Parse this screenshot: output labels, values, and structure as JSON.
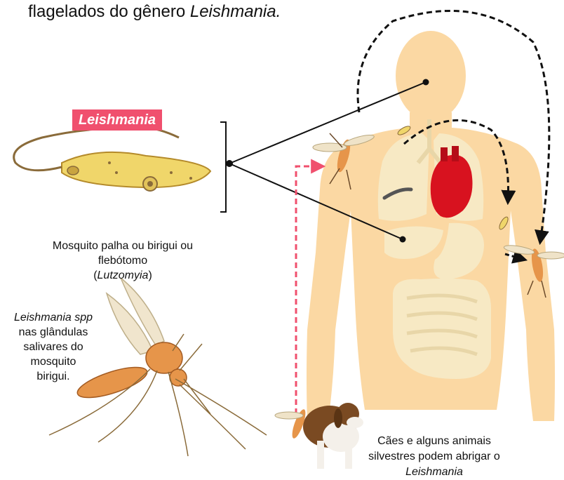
{
  "header": {
    "line_text": "flagelados do gênero ",
    "line_italic": "Leishmania."
  },
  "parasite": {
    "label": "Leishmania"
  },
  "mosquito": {
    "caption_line1": "Mosquito palha ou birigui ou",
    "caption_line2": "flebótomo",
    "caption_open": "(",
    "caption_genus": "Lutzomyia",
    "caption_close": ")"
  },
  "salivary": {
    "italic": "Leishmania spp",
    "line2": "nas glândulas",
    "line3": "salivares do",
    "line4": "mosquito",
    "line5": "birigui."
  },
  "dog": {
    "line1": "Cães e alguns animais",
    "line2": "silvestres podem abrigar o",
    "line3": "Leishmania"
  },
  "colors": {
    "skin": "#fbd8a3",
    "organ": "#f7e9c4",
    "heart": "#d8121f",
    "badge": "#f0506e",
    "parasite_body": "#f0d66a",
    "mosquito_body": "#e6954a",
    "dashed_red": "#f0506e"
  }
}
